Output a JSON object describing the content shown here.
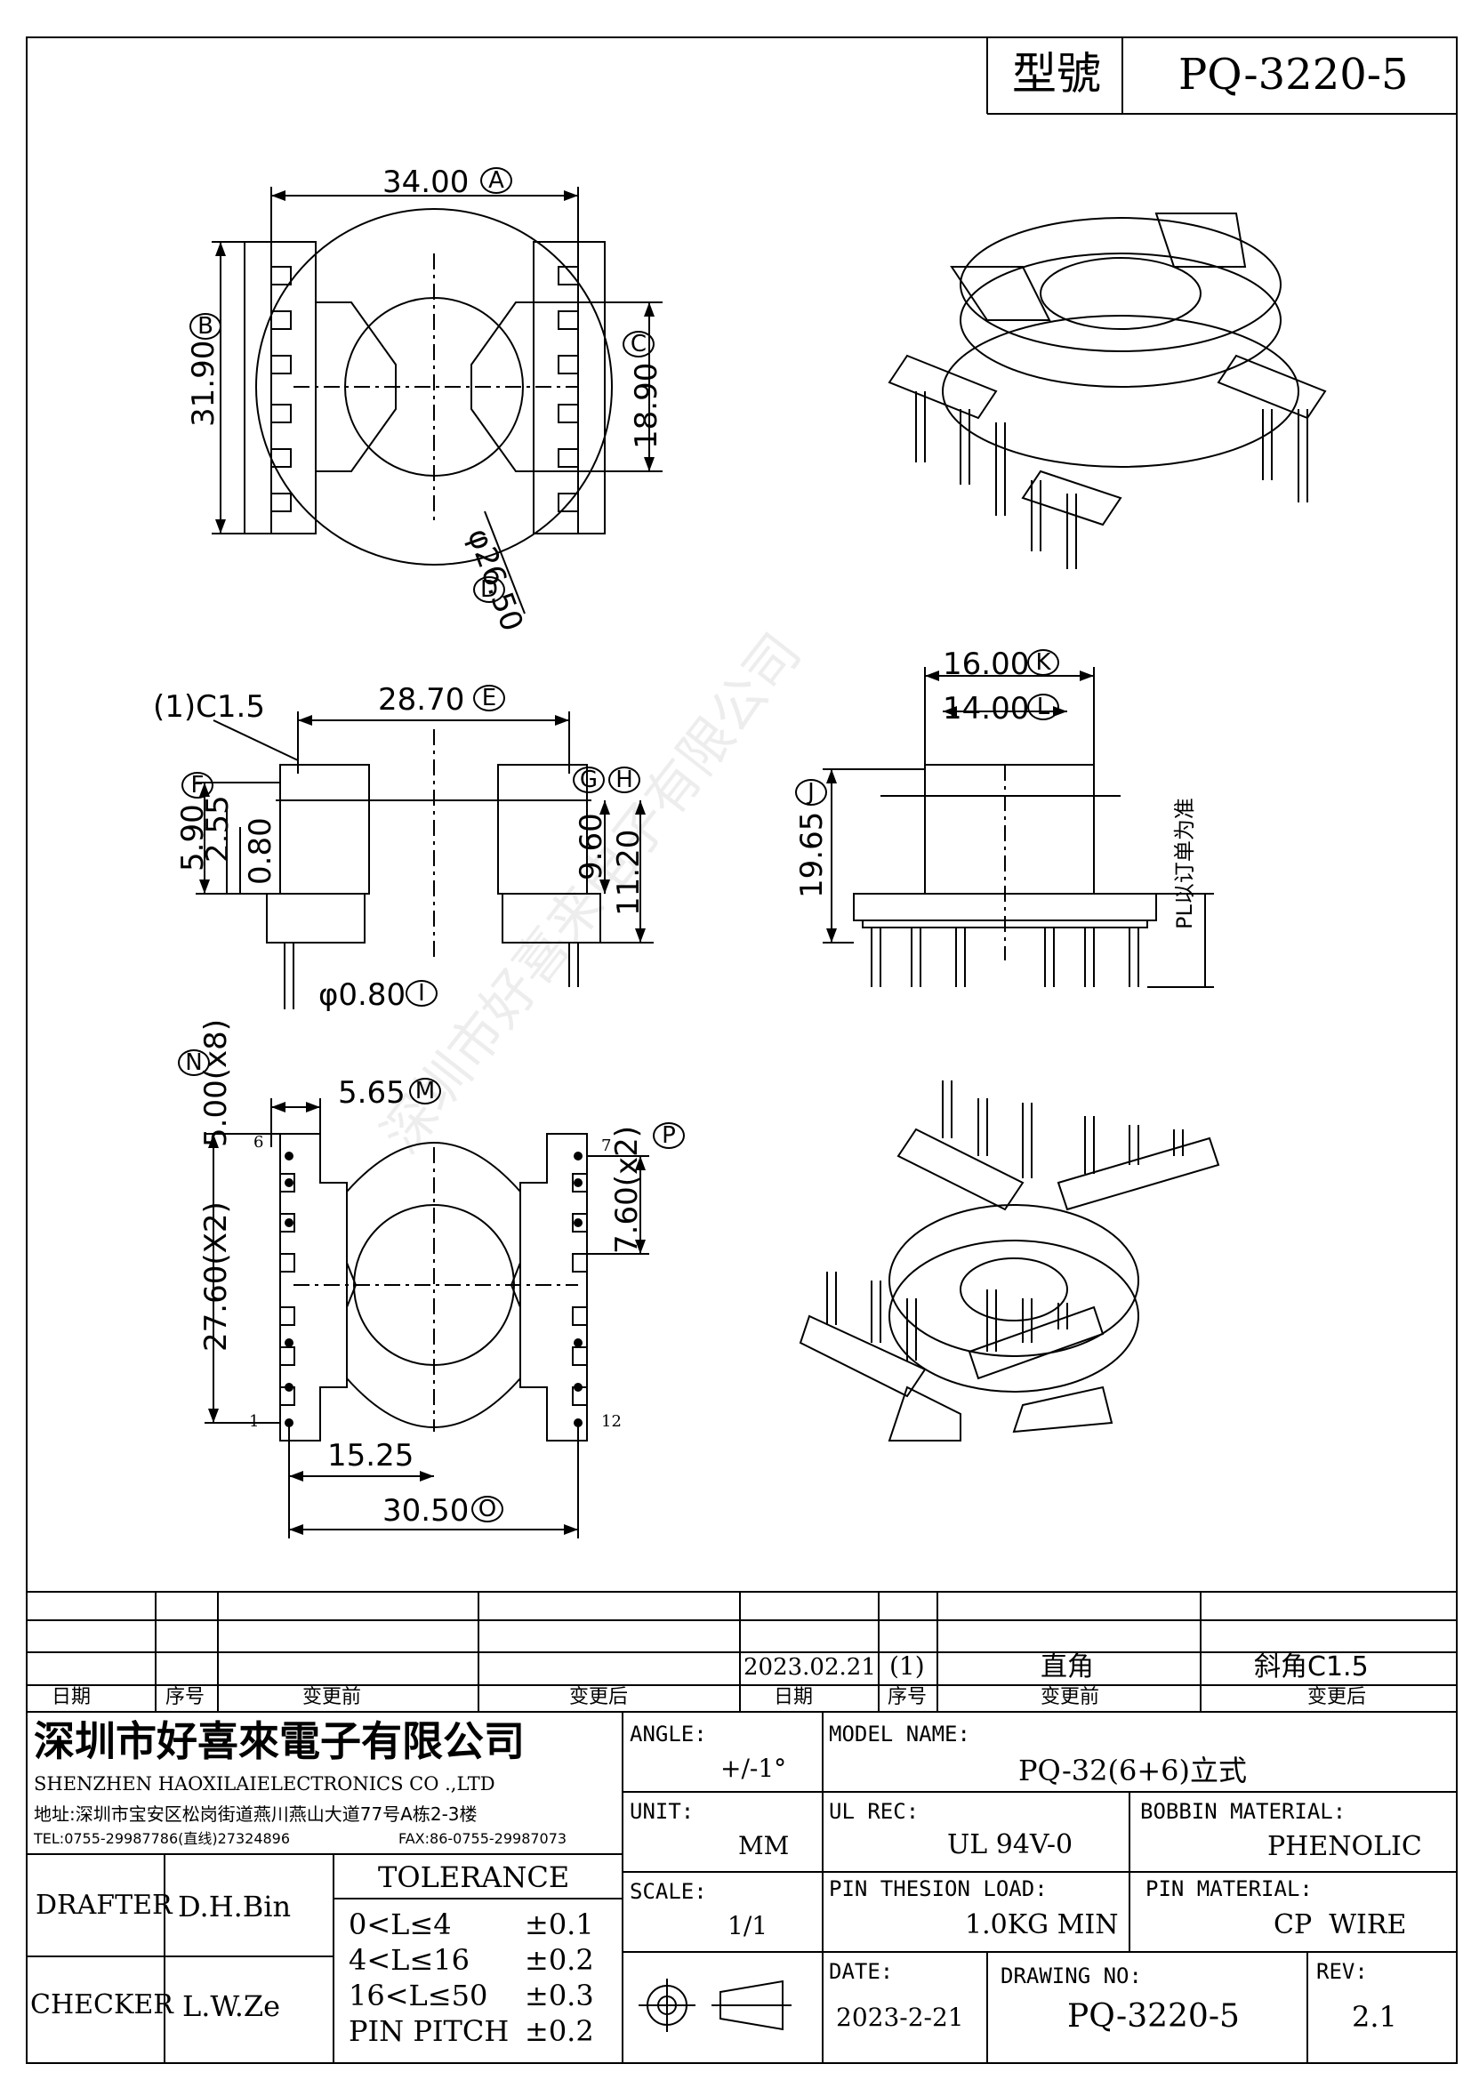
{
  "header": {
    "model_label": "型號",
    "model_value": "PQ-3220-5"
  },
  "dims": {
    "top_width": "34.00",
    "top_width_ref": "A",
    "top_height": "31.90",
    "top_height_ref": "B",
    "top_inner": "18.90",
    "top_inner_ref": "C",
    "top_dia": "φ26.50",
    "top_dia_ref": "D",
    "side_chamfer": "(1)C1.5",
    "side_width": "28.70",
    "side_width_ref": "E",
    "side_f_ref": "F",
    "side_g_ref": "G",
    "side_h_ref": "H",
    "side_590": "5.90",
    "side_255": "2.55",
    "side_080": "0.80",
    "side_960": "9.60",
    "side_1120": "11.20",
    "pin_dia": "φ0.80",
    "pin_dia_ref": "I",
    "front_1600": "16.00",
    "front_1600_ref": "K",
    "front_1400": "14.00",
    "front_1400_ref": "L",
    "front_1965": "19.65",
    "front_1965_ref": "J",
    "pl_note": "PL以订单为准",
    "bot_565": "5.65",
    "bot_565_ref": "M",
    "bot_500": "5.00(x8)",
    "bot_500_ref": "N",
    "bot_760": "7.60(x2)",
    "bot_760_ref": "P",
    "bot_2760": "27.60(X2)",
    "bot_1525": "15.25",
    "bot_3050": "30.50",
    "bot_3050_ref": "O",
    "pin1": "1",
    "pin6": "6",
    "pin7": "7",
    "pin12": "12"
  },
  "watermark": "深圳市好喜来电子有限公司",
  "revision": {
    "row_date": "2023.02.21",
    "row_seq": "(1)",
    "row_before": "直角",
    "row_after": "斜角C1.5",
    "h_date": "日期",
    "h_seq": "序号",
    "h_before": "变更前",
    "h_after": "变更后",
    "h_date2": "日期",
    "h_seq2": "序号",
    "h_before2": "变更前",
    "h_after2": "变更后"
  },
  "company": {
    "name_cn": "深圳市好喜來電子有限公司",
    "name_en": "SHENZHEN HAOXILAIELECTRONICS CO .,LTD",
    "address": "地址:深圳市宝安区松岗街道燕川燕山大道77号A栋2-3楼",
    "tel": "TEL:0755-29987786(直线)27324896",
    "fax": "FAX:86-0755-29987073"
  },
  "people": {
    "drafter_label": "DRAFTER",
    "drafter": "D.H.Bin",
    "checker_label": "CHECKER",
    "checker": "L.W.Ze"
  },
  "tolerance": {
    "title": "TOLERANCE",
    "rows": [
      {
        "range": "0<L≤4",
        "val": "±0.1"
      },
      {
        "range": "4<L≤16",
        "val": "±0.2"
      },
      {
        "range": "16<L≤50",
        "val": "±0.3"
      },
      {
        "range": "PIN PITCH",
        "val": "±0.2"
      }
    ]
  },
  "fields": {
    "angle_label": "ANGLE:",
    "angle": "+/-1°",
    "unit_label": "UNIT:",
    "unit": "MM",
    "scale_label": "SCALE:",
    "scale": "1/1",
    "model_name_label": "MODEL NAME:",
    "model_name": "PQ-32(6+6)立式",
    "ul_label": "UL REC:",
    "ul": "UL 94V-0",
    "bobbin_label": "BOBBIN MATERIAL:",
    "bobbin": "PHENOLIC",
    "load_label": "PIN THESION LOAD:",
    "load": "1.0KG MIN",
    "pin_mat_label": "PIN MATERIAL:",
    "pin_mat": "CP  WIRE",
    "date_label": "DATE:",
    "date": "2023-2-21",
    "drawing_label": "DRAWING NO:",
    "drawing": "PQ-3220-5",
    "rev_label": "REV:",
    "rev": "2.1"
  }
}
